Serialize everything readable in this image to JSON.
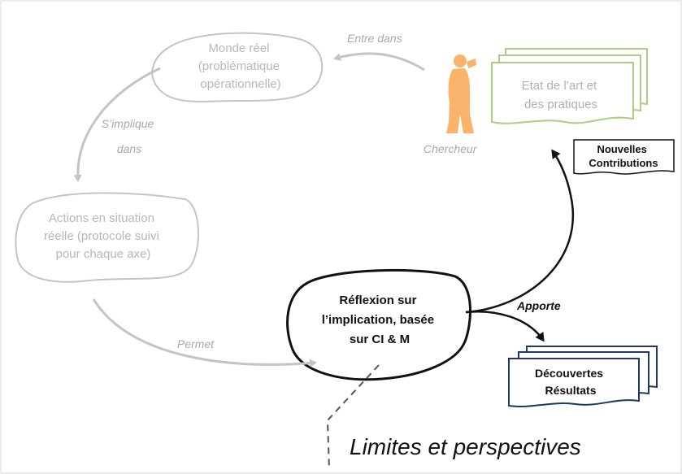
{
  "nodes": {
    "monde_reel": [
      "Monde réel",
      "(problématique",
      "opérationnelle)"
    ],
    "actions": [
      "Actions en situation",
      "réelle (protocole suivi",
      "pour chaque axe)"
    ],
    "reflexion": [
      "Réflexion sur",
      "l’implication, basée",
      "sur CI & M"
    ],
    "etat_art": [
      "Etat de l’art et",
      "des pratiques"
    ],
    "decouvertes": [
      "Découvertes",
      "Résultats"
    ],
    "nouvelles": [
      "Nouvelles",
      "Contributions"
    ],
    "chercheur": "Chercheur"
  },
  "edges": {
    "entre_dans": "Entre dans",
    "s_implique": [
      "S’implique",
      "dans"
    ],
    "permet": "Permet",
    "apporte": "Apporte"
  },
  "footer": "Limites et perspectives",
  "colors": {
    "gray": "#c4c4c4",
    "green": "#a8cf84",
    "navy": "#1f3864",
    "orange": "#f9b36b"
  }
}
